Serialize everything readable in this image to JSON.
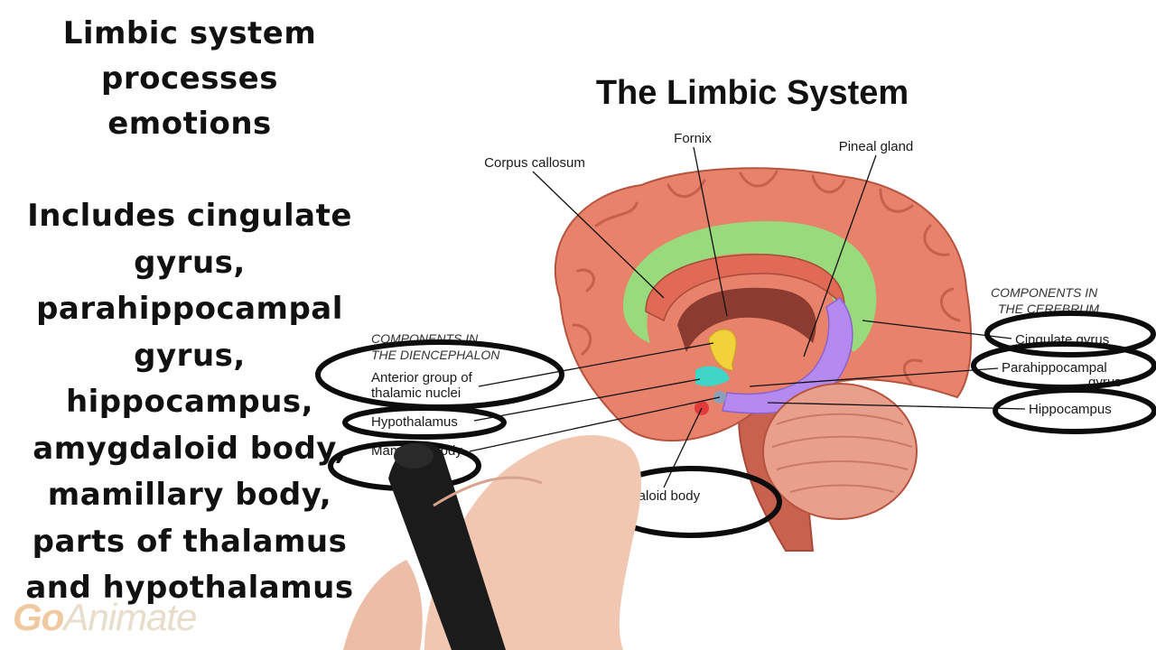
{
  "notes": {
    "heading": [
      "Limbic system",
      "processes",
      "emotions"
    ],
    "body": [
      "Includes cingulate",
      "gyrus,",
      "parahippocampal",
      "gyrus,",
      "hippocampus,",
      "amygdaloid body,",
      "mamillary body,",
      "parts of thalamus",
      "and hypothalamus"
    ]
  },
  "diagram": {
    "title": "The Limbic System",
    "group_cerebrum": [
      "COMPONENTS IN",
      "THE CEREBRUM"
    ],
    "group_diencephalon": [
      "COMPONENTS IN",
      "THE DIENCEPHALON"
    ],
    "labels": {
      "corpus_callosum": "Corpus callosum",
      "fornix": "Fornix",
      "pineal_gland": "Pineal gland",
      "anterior_thalamic": [
        "Anterior group of",
        "thalamic nuclei"
      ],
      "hypothalamus": "Hypothalamus",
      "mamillary_body": "Mamillary body",
      "amygdaloid_body": "Amygdaloid body",
      "cingulate_gyrus": "Cingulate gyrus",
      "parahippocampal_gyrus": [
        "Parahippocampal",
        "gyrus"
      ],
      "hippocampus": "Hippocampus"
    }
  },
  "logo": {
    "go": "Go",
    "rest": "Animate"
  },
  "colors": {
    "cortex": "#e8826a",
    "cingulate": "#8fe37e",
    "hippocampus": "#b58af0",
    "thalamus": "#f2d23a",
    "hypothalamus": "#3fd6c8",
    "cerebellum": "#e8a08c"
  }
}
